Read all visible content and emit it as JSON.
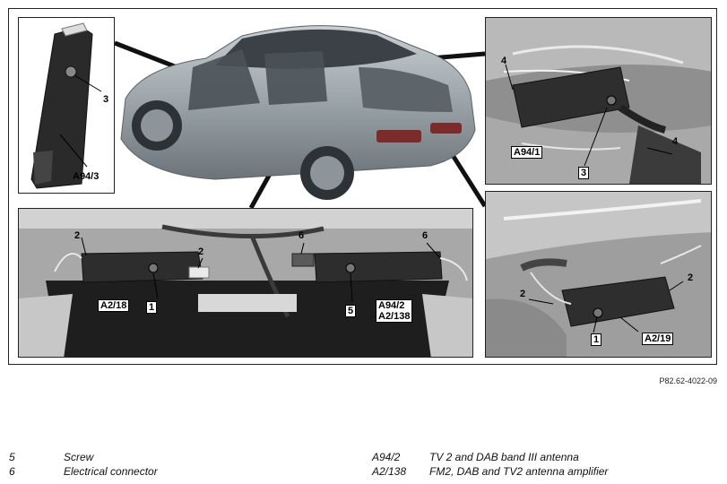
{
  "callouts": {
    "a94_3_item": "3",
    "a94_3_name": "A94/3",
    "a94_1_item_top": "4",
    "a94_1_item_right": "4",
    "a94_1_item_screw": "3",
    "a94_1_name": "A94/1",
    "rear_item_2_left": "2",
    "rear_item_2_mid": "2",
    "rear_item_6_mid": "6",
    "rear_item_6_right": "6",
    "rear_item_1": "1",
    "rear_item_5": "5",
    "rear_a2_18": "A2/18",
    "rear_a94_2": "A94/2",
    "rear_a2_138": "A2/138",
    "a2_19_item_2_left": "2",
    "a2_19_item_2_right": "2",
    "a2_19_item_1": "1",
    "a2_19_name": "A2/19"
  },
  "figure_code": "P82.62-4022-09",
  "legend": [
    {
      "num": "5",
      "text": "Screw",
      "code": "A94/2",
      "desc": "TV 2 and DAB band III antenna"
    },
    {
      "num": "6",
      "text": "Electrical connector",
      "code": "A2/138",
      "desc": "FM2, DAB and TV2 antenna amplifier"
    }
  ],
  "colors": {
    "frame": "#222222",
    "car_body": "#9aa3a8",
    "photo_gray": "#9a9a9a",
    "module_dark": "#2e2e2e",
    "label_bg": "#ffffff"
  },
  "icons": [
    "screw-icon",
    "connector-icon",
    "antenna-module-icon",
    "car-illustration"
  ]
}
